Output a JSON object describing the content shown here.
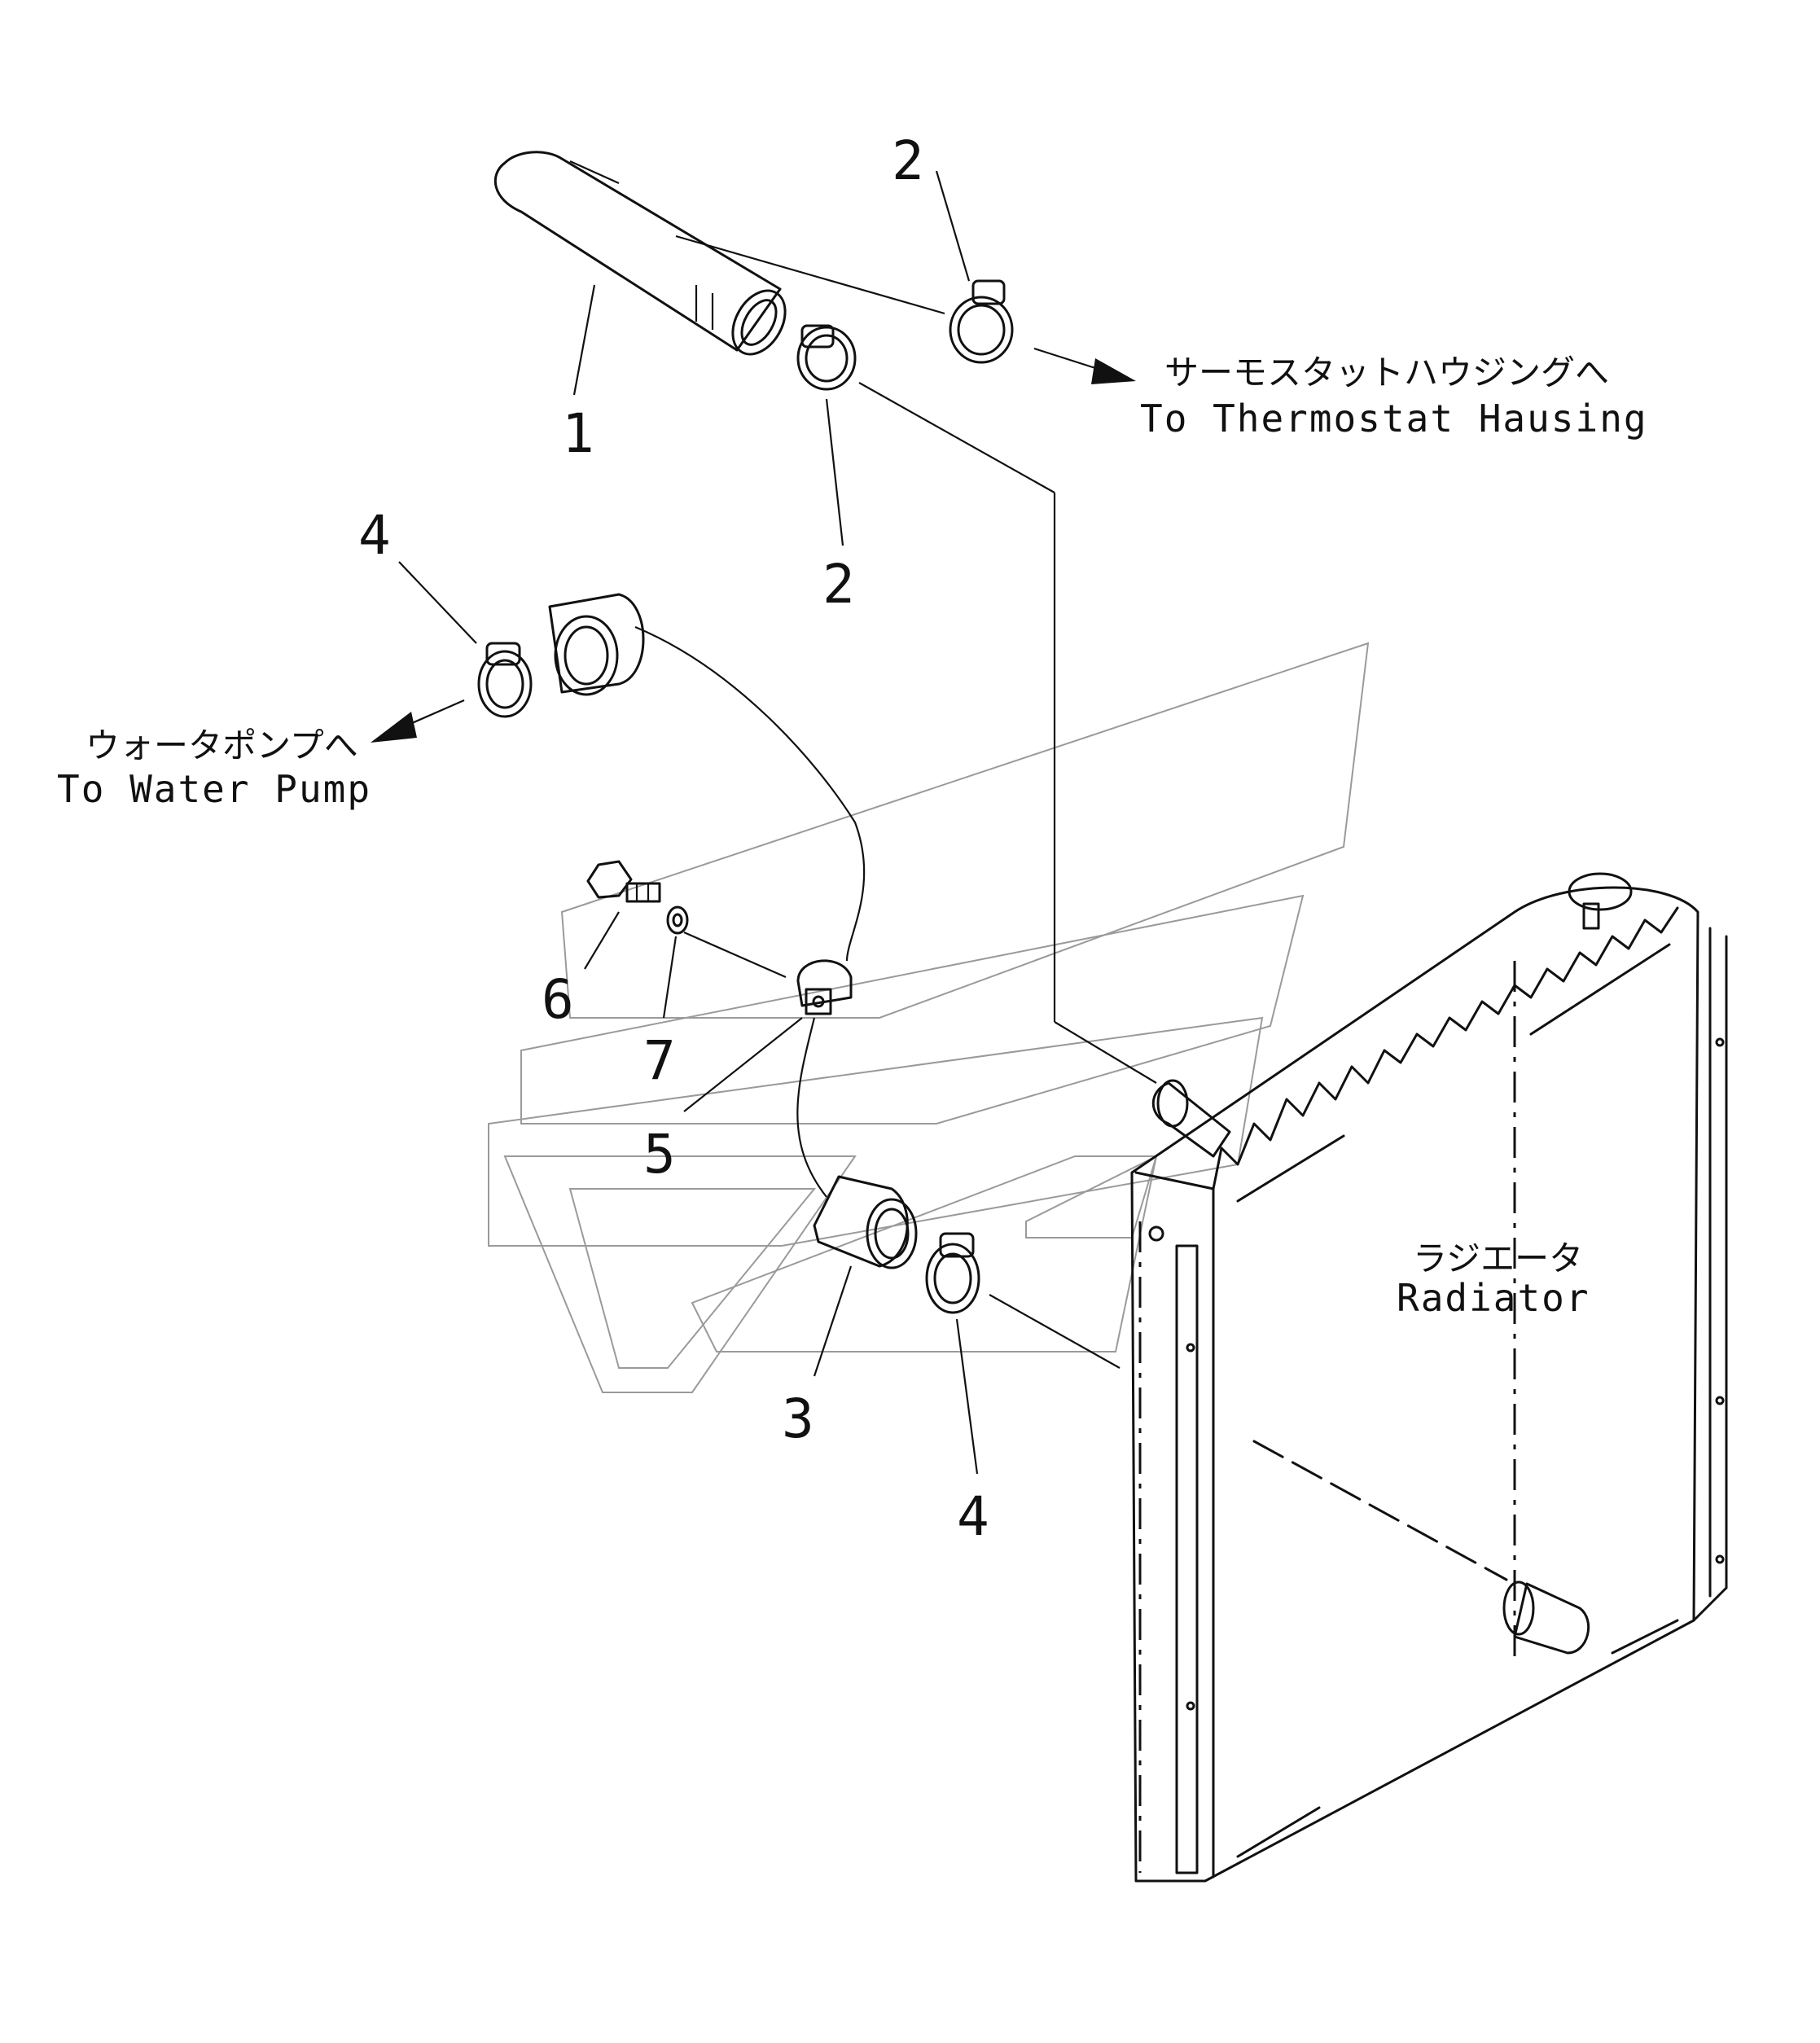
{
  "callouts": {
    "part1": "1",
    "part2a": "2",
    "part2b": "2",
    "part3": "3",
    "part4a": "4",
    "part4b": "4",
    "part5": "5",
    "part6": "6",
    "part7": "7"
  },
  "labels": {
    "thermostat_jp": "サーモスタットハウジングへ",
    "thermostat_en": "To Thermostat Hausing",
    "water_pump_jp": "ウォータポンプへ",
    "water_pump_en": "To Water Pump",
    "radiator_jp": "ラジエータ",
    "radiator_en": "Radiator"
  }
}
